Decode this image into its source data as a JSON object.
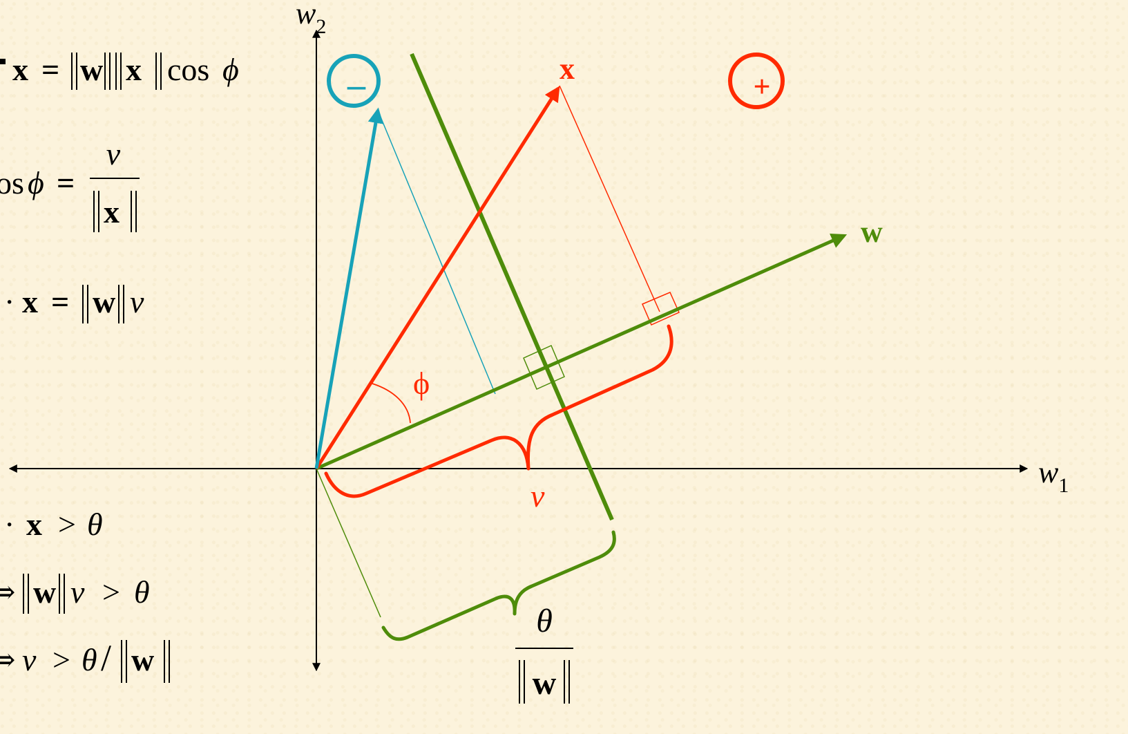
{
  "axes": {
    "w1_base": "w",
    "w1_sub": "1",
    "w2_base": "w",
    "w2_sub": "2"
  },
  "vectors": {
    "x_label": "x",
    "w_label": "w",
    "phi_label": "ϕ"
  },
  "classes": {
    "negative_symbol": "–",
    "positive_symbol": "+"
  },
  "labels": {
    "v": "v",
    "theta": "θ",
    "w_bold": "w"
  },
  "equations": {
    "eq1": {
      "x": "x",
      "eq": "=",
      "w": "w",
      "x2": "x",
      "cos": "cos",
      "phi": "ϕ"
    },
    "eq2": {
      "cos": "os",
      "phi": "ϕ",
      "eq": "=",
      "v": "v",
      "x": "x"
    },
    "eq3": {
      "dot": "·",
      "x": "x",
      "eq": "=",
      "w": "w",
      "v": "v"
    },
    "cond1": {
      "dot": "·",
      "x": "x",
      "gt": ">",
      "theta": "θ"
    },
    "cond2": {
      "arrow": "⇒",
      "w": "w",
      "v": "v",
      "gt": ">",
      "theta": "θ"
    },
    "cond3": {
      "arrow": "⇒",
      "v": "v",
      "gt": ">",
      "theta": "θ",
      "slash": "/",
      "w": "w"
    }
  },
  "colors": {
    "red": "#ff2a00",
    "green": "#4e8c0a",
    "teal": "#17a2b8",
    "axis": "#000000"
  }
}
